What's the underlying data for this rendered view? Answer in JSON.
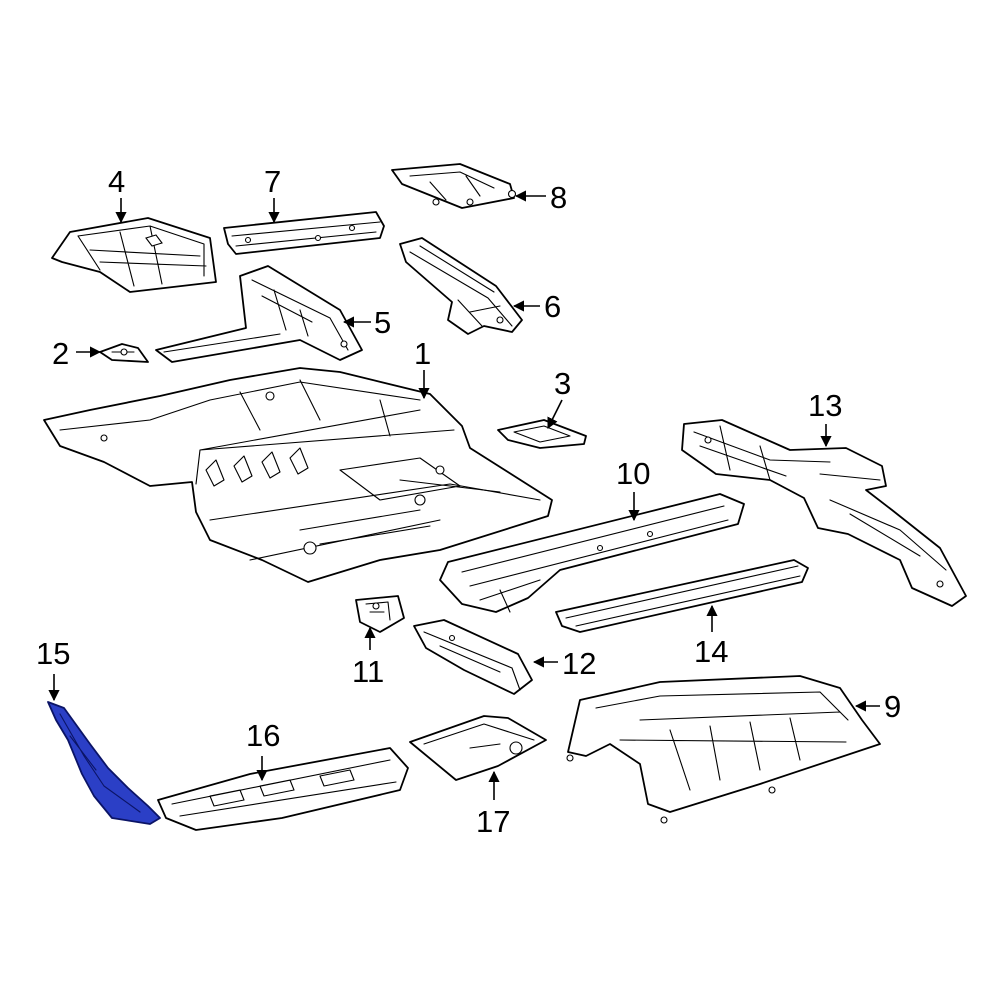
{
  "diagram": {
    "highlight_color": "#2b3fc6",
    "line_color": "#000000",
    "background": "#ffffff",
    "highlighted_part": "15",
    "callouts": {
      "c1": "1",
      "c2": "2",
      "c3": "3",
      "c4": "4",
      "c5": "5",
      "c6": "6",
      "c7": "7",
      "c8": "8",
      "c9": "9",
      "c10": "10",
      "c11": "11",
      "c12": "12",
      "c13": "13",
      "c14": "14",
      "c15": "15",
      "c16": "16",
      "c17": "17"
    }
  }
}
